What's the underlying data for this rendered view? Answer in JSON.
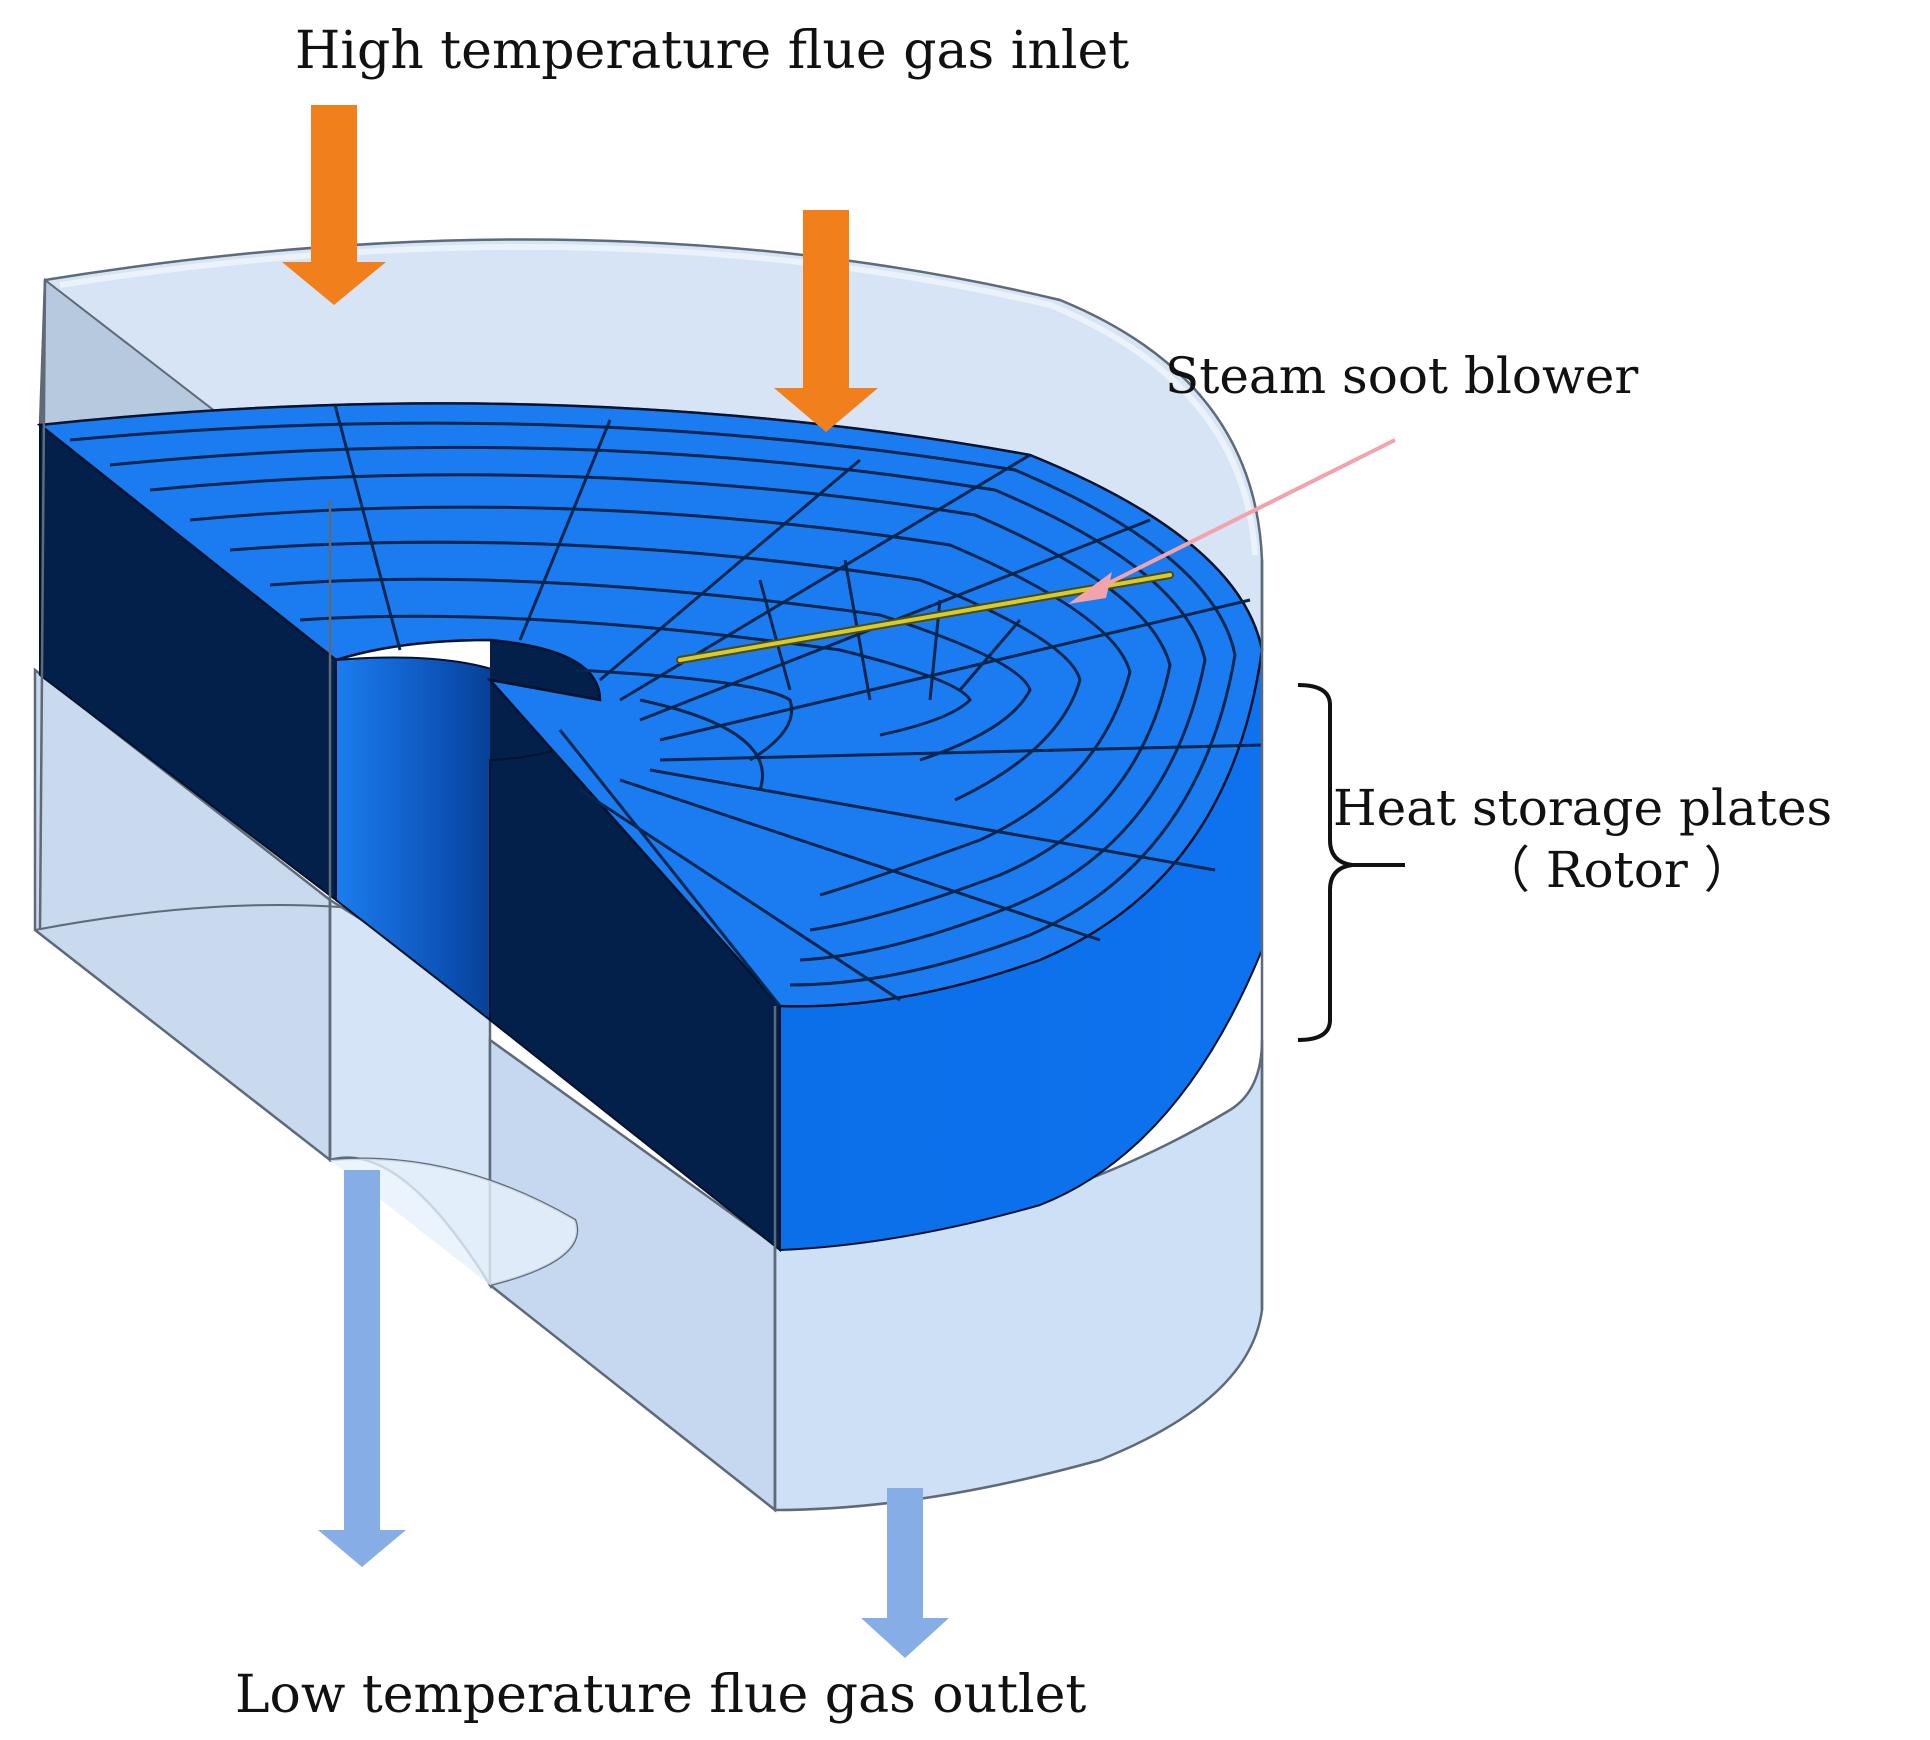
{
  "labels": {
    "inlet": "High temperature flue gas inlet",
    "outlet": "Low temperature flue gas outlet",
    "soot_blower": "Steam soot blower",
    "plates_line1": "Heat storage plates",
    "plates_line2": "（ Rotor ）"
  },
  "icons": {
    "inlet_arrows": "down-arrow-icon",
    "outlet_arrows": "down-arrow-icon",
    "pointer": "pointer-arrow-icon",
    "bracket": "right-brace-icon"
  },
  "colors": {
    "rotor_top": "#1a7cf0",
    "rotor_top_dark": "#0f63cf",
    "rotor_side": "#0d71ec",
    "rotor_cut_face": "#02204a",
    "casing": "#c9dcf3",
    "casing_edge": "#5f6a78",
    "inlet_arrow": "#f07f1c",
    "outlet_arrow": "#86ade6",
    "blower_line": "#c8c02a",
    "pointer_line": "#f3a3aa"
  }
}
